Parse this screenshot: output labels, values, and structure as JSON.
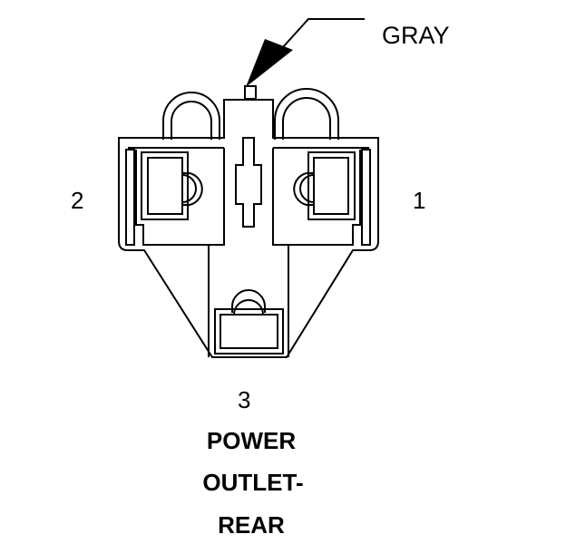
{
  "diagram": {
    "wire_label": "GRAY",
    "pins": {
      "pin_1": "1",
      "pin_2": "2",
      "pin_3": "3"
    },
    "title": [
      "POWER",
      "OUTLET-",
      "REAR"
    ]
  }
}
